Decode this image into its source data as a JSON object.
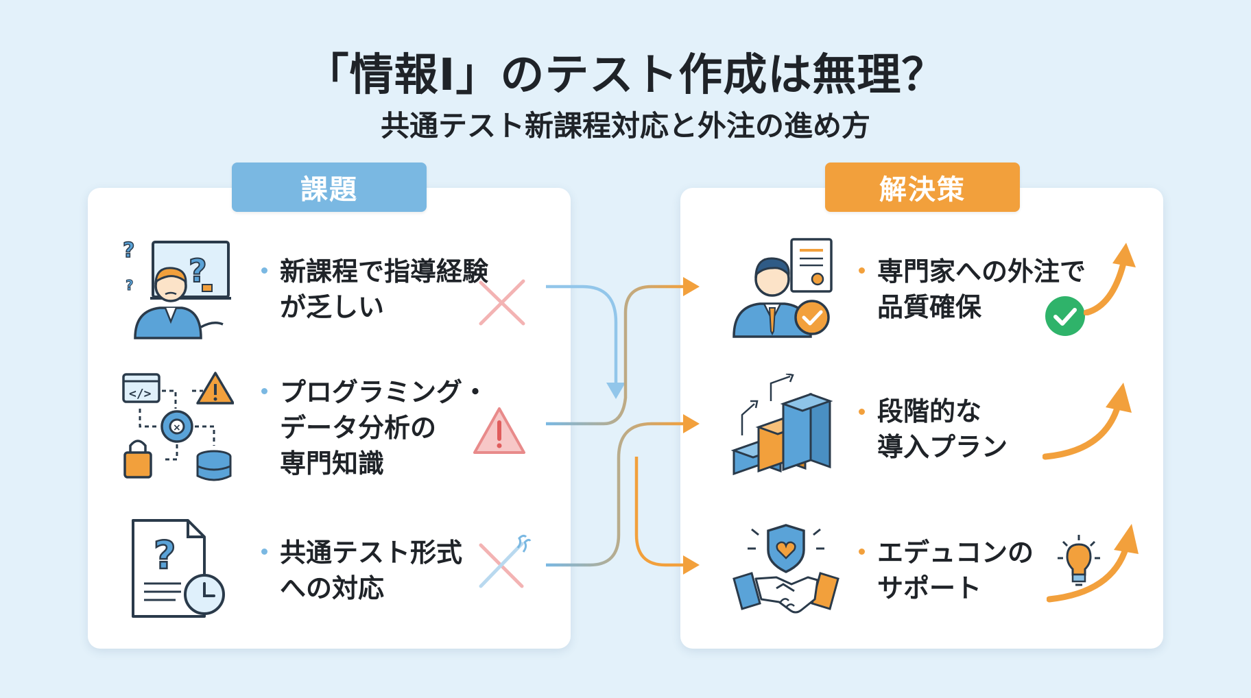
{
  "title": "「情報Ⅰ」のテスト作成は無理？",
  "subtitle": "共通テスト新課程対応と外注の進め方",
  "problems": {
    "header": "課題",
    "items": [
      {
        "line1": "新課程で指導経験",
        "line2": "が乏しい",
        "icon": "confused-teacher-icon",
        "marker": "cross-icon"
      },
      {
        "line1": "プログラミング・",
        "line2": "データ分析の",
        "line3": "専門知識",
        "icon": "programming-data-icon",
        "marker": "warning-icon"
      },
      {
        "line1": "共通テスト形式",
        "line2": "への対応",
        "icon": "question-document-clock-icon",
        "marker": "cross-icon"
      }
    ]
  },
  "solutions": {
    "header": "解決策",
    "items": [
      {
        "line1": "専門家への外注で",
        "line2": "品質確保",
        "icon": "expert-certificate-icon",
        "marker": "check-icon"
      },
      {
        "line1": "段階的な",
        "line2": "導入プラン",
        "icon": "step-blocks-icon",
        "marker": "arrow-up-icon"
      },
      {
        "line1": "エデュコンの",
        "line2": "サポート",
        "icon": "handshake-shield-icon",
        "marker": "lightbulb-icon"
      }
    ]
  },
  "colors": {
    "background": "#e3f1fa",
    "problem_accent": "#7ab8e2",
    "solution_accent": "#f2a03c",
    "check_green": "#2fb36a",
    "warning_red": "#e86a6a"
  }
}
